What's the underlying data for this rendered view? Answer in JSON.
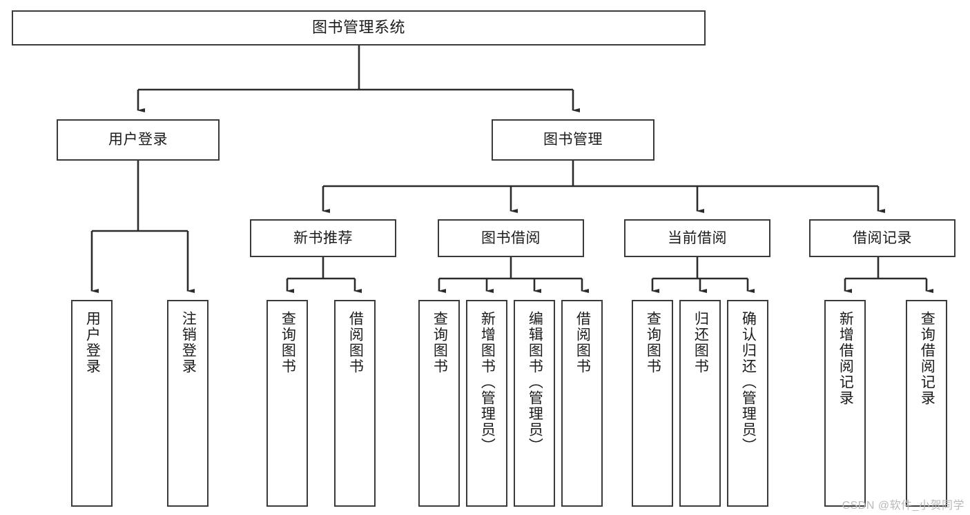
{
  "diagram": {
    "type": "tree",
    "title": "图书管理系统",
    "watermark": "CSDN @软件_小贺同学",
    "colors": {
      "box_border": "#3a3a3a",
      "box_fill": "#ffffff",
      "line": "#2b2b2b",
      "text": "#1b1b1b",
      "watermark": "#b9b9b9",
      "background": "#ffffff"
    },
    "levels": {
      "root": {
        "label": "图书管理系统"
      },
      "level1": [
        {
          "label": "用户登录"
        },
        {
          "label": "图书管理"
        }
      ],
      "level2": [
        {
          "label": "新书推荐"
        },
        {
          "label": "图书借阅"
        },
        {
          "label": "当前借阅"
        },
        {
          "label": "借阅记录"
        }
      ],
      "leaves": {
        "user_login": [
          {
            "label": "用户登录"
          },
          {
            "label": "注销登录"
          }
        ],
        "new_book_recommend": [
          {
            "label": "查询图书"
          },
          {
            "label": "借阅图书"
          }
        ],
        "book_borrow": [
          {
            "label": "查询图书"
          },
          {
            "label": "新增图书（管理员）"
          },
          {
            "label": "编辑图书（管理员）"
          },
          {
            "label": "借阅图书"
          }
        ],
        "current_borrow": [
          {
            "label": "查询图书"
          },
          {
            "label": "归还图书"
          },
          {
            "label": "确认归还（管理员）"
          }
        ],
        "borrow_record": [
          {
            "label": "新增借阅记录"
          },
          {
            "label": "查询借阅记录"
          }
        ]
      }
    }
  }
}
